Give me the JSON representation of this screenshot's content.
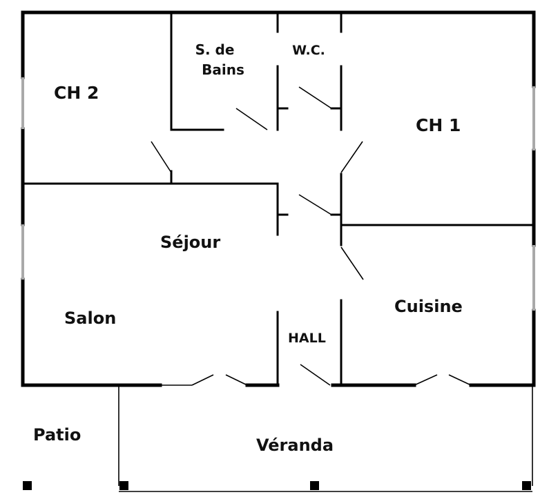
{
  "plan": {
    "rooms": {
      "ch2": "CH 2",
      "sdb_line1": "S. de",
      "sdb_line2": "Bains",
      "wc": "W.C.",
      "ch1": "CH 1",
      "sejour": "Séjour",
      "salon": "Salon",
      "cuisine": "Cuisine",
      "hall": "HALL",
      "patio": "Patio",
      "veranda": "Véranda"
    },
    "colors": {
      "wall": "#000000",
      "window": "#a9a9a9",
      "background": "#ffffff",
      "text": "#111111"
    }
  }
}
